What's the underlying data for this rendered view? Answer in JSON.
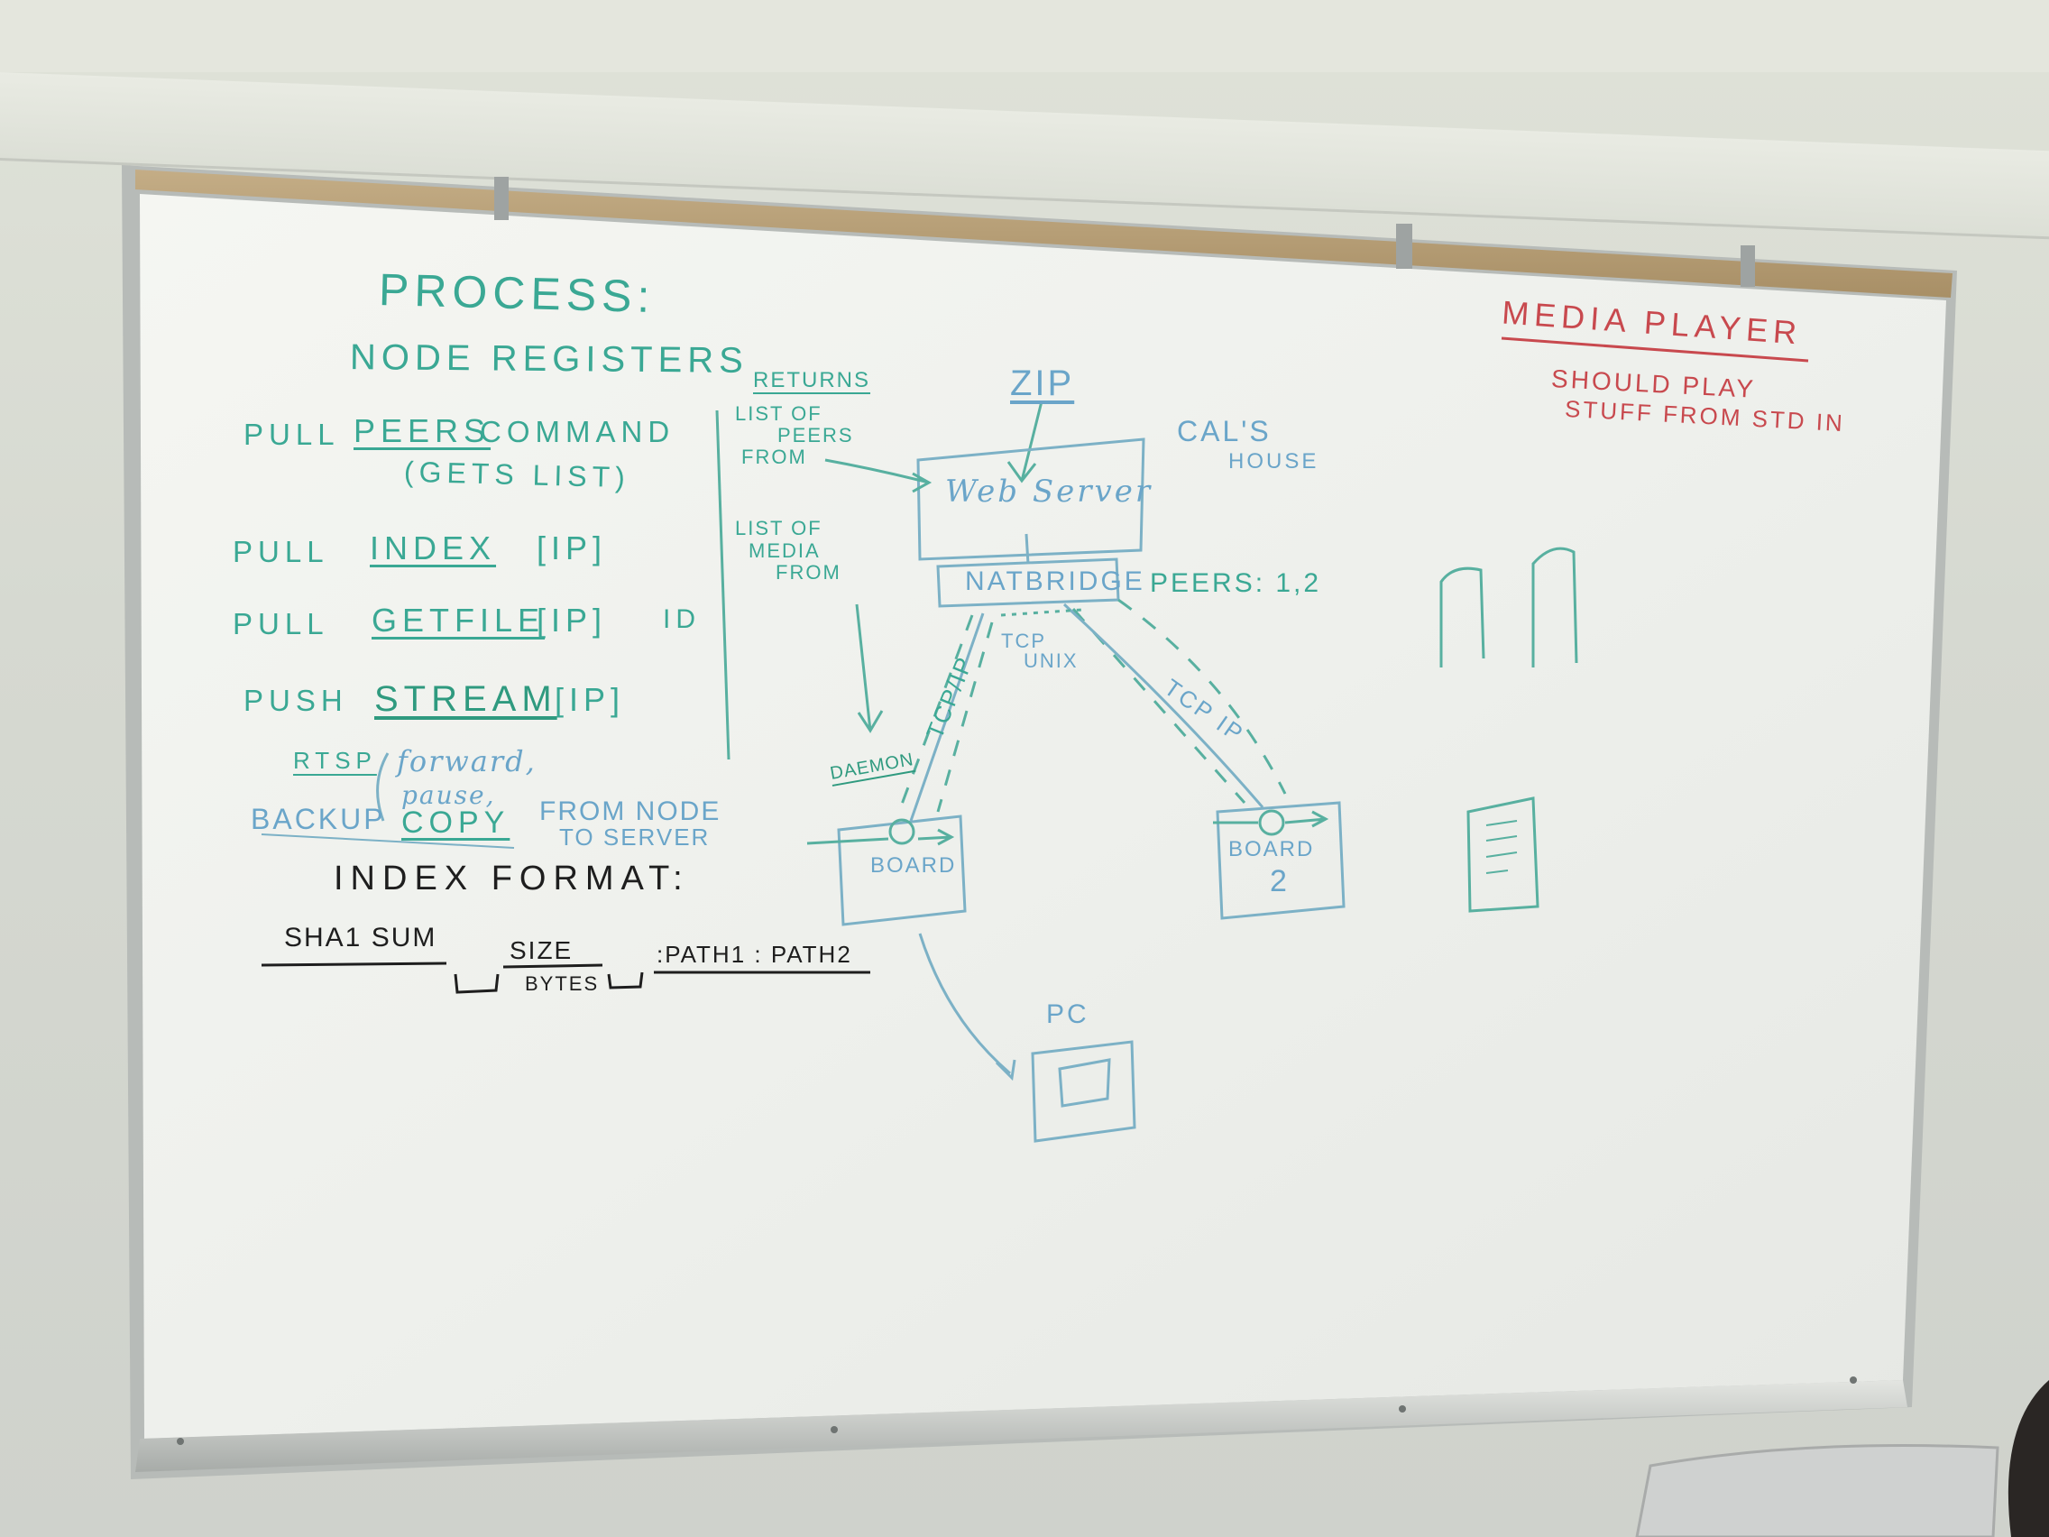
{
  "board": {
    "process": {
      "heading": "PROCESS:",
      "line_node": "NODE REGISTERS",
      "pull1_verb": "PULL",
      "pull1_cmd": "PEERS",
      "pull1_tail": "COMMAND",
      "pull1_note": "(GETS LIST)",
      "pull2_verb": "PULL",
      "pull2_cmd": "INDEX",
      "pull2_arg": "[IP]",
      "pull3_verb": "PULL",
      "pull3_cmd": "GETFILE",
      "pull3_arg": "[IP]",
      "pull3_id": "ID",
      "push_verb": "PUSH",
      "push_cmd": "STREAM",
      "push_arg": "[IP]",
      "rtsp": "RTSP",
      "forward": "forward,",
      "pause": "pause,",
      "backup": "BACKUP",
      "copy": "COPY",
      "from_node": "FROM NODE",
      "to_server": "TO SERVER"
    },
    "index_format": {
      "heading": "INDEX FORMAT:",
      "sha1": "SHA1 SUM",
      "size": "SIZE",
      "bytes": "BYTES",
      "paths": ":PATH1 : PATH2"
    },
    "diagram": {
      "returns": "RETURNS",
      "list_peers_1": "LIST OF",
      "list_peers_2": "PEERS",
      "list_peers_3": "FROM",
      "list_media_1": "LIST OF",
      "list_media_2": "MEDIA",
      "list_media_3": "FROM",
      "zip": "ZIP",
      "web_server": "Web Server",
      "cals_1": "CAL'S",
      "cals_2": "HOUSE",
      "natbridge": "NATBRIDGE",
      "peers": "PEERS: 1,2",
      "tcp_unix_1": "TCP",
      "tcp_unix_2": "UNIX",
      "tcp_ip_left": "TCP/IP",
      "tcp_ip_right": "TCP IP",
      "daemon": "DAEMON",
      "board1": "BOARD",
      "board2_1": "BOARD",
      "board2_2": "2",
      "pc": "PC"
    },
    "media": {
      "heading": "MEDIA PLAYER",
      "line1": "SHOULD PLAY",
      "line2": "STUFF FROM STD IN"
    }
  }
}
